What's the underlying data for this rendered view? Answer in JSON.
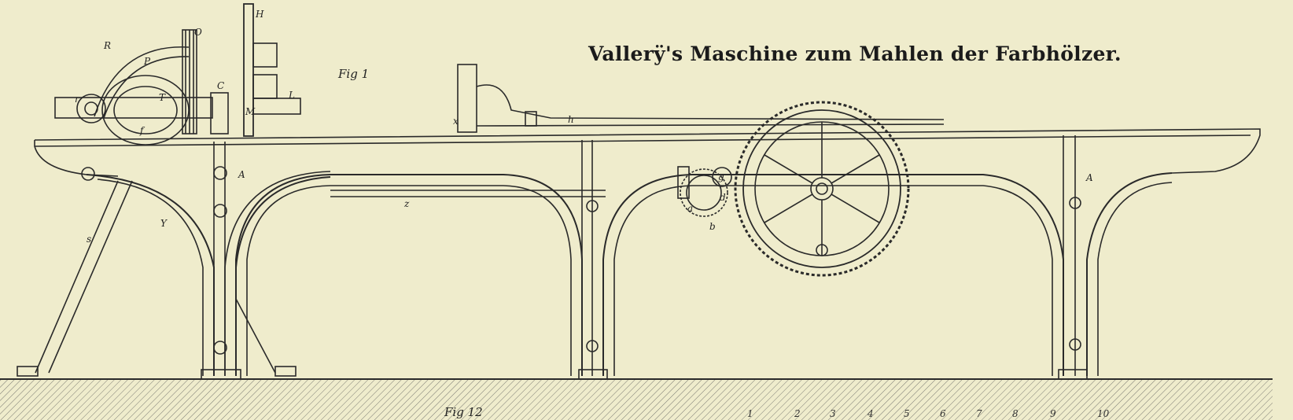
{
  "plate": {
    "title": "Vallerÿ's Maschine zum Mahlen der Farbhölzer.",
    "figure_1": "Fig 1",
    "figure_12": "Fig 12",
    "colors": {
      "paper": "#efeccc",
      "ink": "#2a2a2a"
    }
  },
  "labels": {
    "R": "R",
    "O": "O",
    "P": "P",
    "H": "H",
    "T": "T",
    "C": "C",
    "M": "M",
    "L": "L",
    "r": "r",
    "f": "f",
    "s": "s",
    "Y": "Y",
    "A1": "A",
    "A2": "A",
    "z": "z",
    "a": "a",
    "b": "b",
    "g": "g",
    "d": "d",
    "x": "x",
    "h": "h"
  },
  "scale": [
    "1",
    "2",
    "3",
    "4",
    "5",
    "6",
    "7",
    "8",
    "9",
    "10"
  ]
}
